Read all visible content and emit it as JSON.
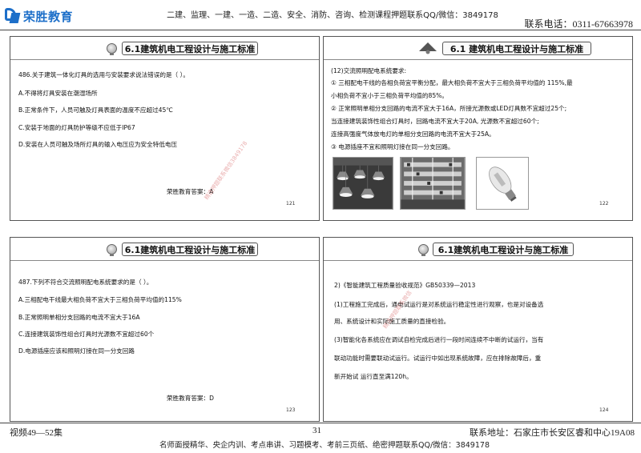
{
  "header": {
    "logo_text": "荣胜教育",
    "courses_line": "二建、监理、一建、一造、二造、安全、消防、咨询、检测课程押题联系QQ/微信：3849178",
    "phone": "联系电话：0311-67663978"
  },
  "slides": [
    {
      "title": "6.1建筑机电工程设计与施工标准",
      "question": "486.关于建筑一体化灯具的选用与安装要求说法错误的是（    ）。",
      "options": [
        "A.不得将灯具安装在潮湿场所",
        "B.正常条件下，人员可触及灯具表面的温度不应超过45℃",
        "C.安装于地面的灯具防护等级不应低于IP67",
        "D.安装在人员可触及场所灯具的输入电压应为安全特低电压"
      ],
      "answer": "荣胜教育答案：A",
      "page": "121",
      "watermark": "精选押题联系微信3849178"
    },
    {
      "title": "6.1  建筑机电工程设计与施工标准",
      "lines": [
        "(12)交流照明配电系统要求:",
        "① 三相配电干线的各相负荷宜平衡分配，最大相负荷不宜大于三相负荷平均值的 115%,最",
        "小相负荷不宜小于三相负荷平均值的85%。",
        "② 正常照明单相分支回路的电流不宜大于16A，所接光源数或LED灯具数不宜超过25个;",
        "当连接建筑装饰性组合灯具时，回路电流不宜大于20A, 光源数不宜超过60个;",
        "连接高强度气体放电灯的单相分支回路的电流不宜大于25A。",
        "③ 电源插座不宜和照明灯接在同一分支回路。"
      ],
      "page": "122"
    },
    {
      "title": "6.1建筑机电工程设计与施工标准",
      "question": "487.下列不符合交流照明配电系统要求的是（    ）。",
      "options": [
        "A.三相配电干线最大相负荷不宜大于三相负荷平均值的115%",
        "B.正常照明单相分支回路的电流不宜大于16A",
        "C.连接建筑装饰性组合灯具时光源数不宜超过60个",
        "D.电源插座应该和照明灯接在同一分支回路"
      ],
      "answer": "荣胜教育答案：D",
      "page": "123"
    },
    {
      "title": "6.1建筑机电工程设计与施工标准",
      "lines": [
        "2)《智能建筑工程质量验收规范》GB50339—2013",
        "(1)工程施工完成后，通电试运行是对系统运行稳定性进行观察，也是对设备选",
        "用、系统设计和实际施工质量的直接检验。",
        "(3)智能化各系统应在调试自检完成后进行一段时间连续不中断的试运行，当有",
        "联动功能时需要联动试运行。试运行中如出现系统故障，应在排除故障后，重",
        "新开始试 运行直至满120h。"
      ],
      "page": "124",
      "watermark": "精选押题联系微信"
    }
  ],
  "footer": {
    "left": "视频49—52集",
    "page_number": "31",
    "address": "联系地址：石家庄市长安区睿和中心19A08",
    "promo_line": "名师面授精华、央企内训、考点串讲、习题模考、考前三页纸、绝密押题联系QQ/微信：3849178"
  }
}
